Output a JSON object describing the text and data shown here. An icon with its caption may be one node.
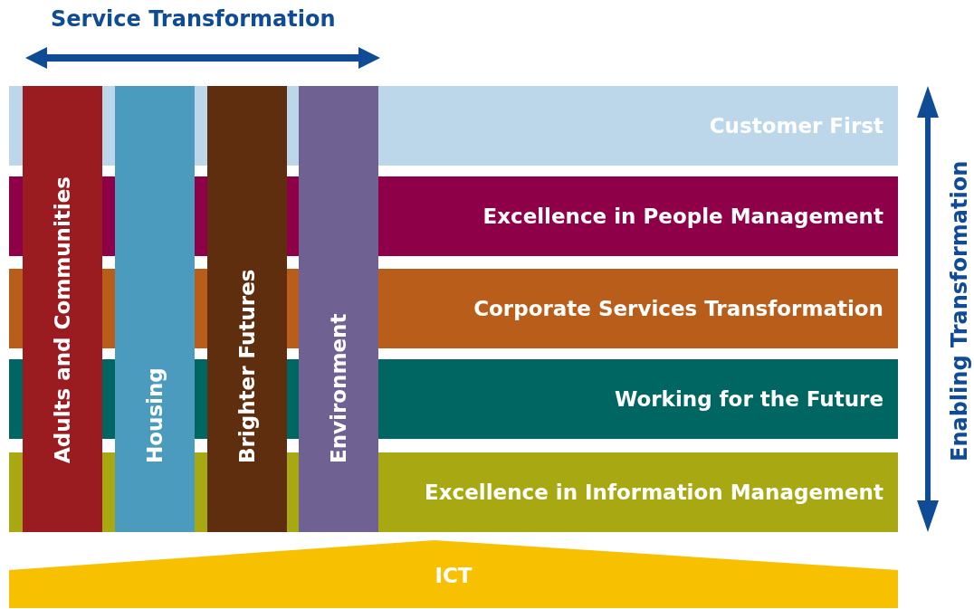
{
  "diagram": {
    "nodes": [
      {
        "text": [
          "Adults and Communities"
        ]
      },
      {
        "text": [
          "Housing"
        ]
      },
      {
        "text": [
          "Brighter Futures"
        ]
      },
      {
        "text": [
          "Environment"
        ]
      },
      {
        "text": [
          "Customer First"
        ]
      },
      {
        "text": [
          "Excellence in People Management"
        ]
      },
      {
        "text": [
          "Corporate Services Transformation"
        ]
      },
      {
        "text": [
          "Working for the Future"
        ]
      },
      {
        "text": [
          "Excellence in Information Management"
        ]
      },
      {
        "text": [
          "ICT"
        ]
      }
    ],
    "labels": [
      "Service Transformation",
      "Enabling Transformation"
    ]
  }
}
